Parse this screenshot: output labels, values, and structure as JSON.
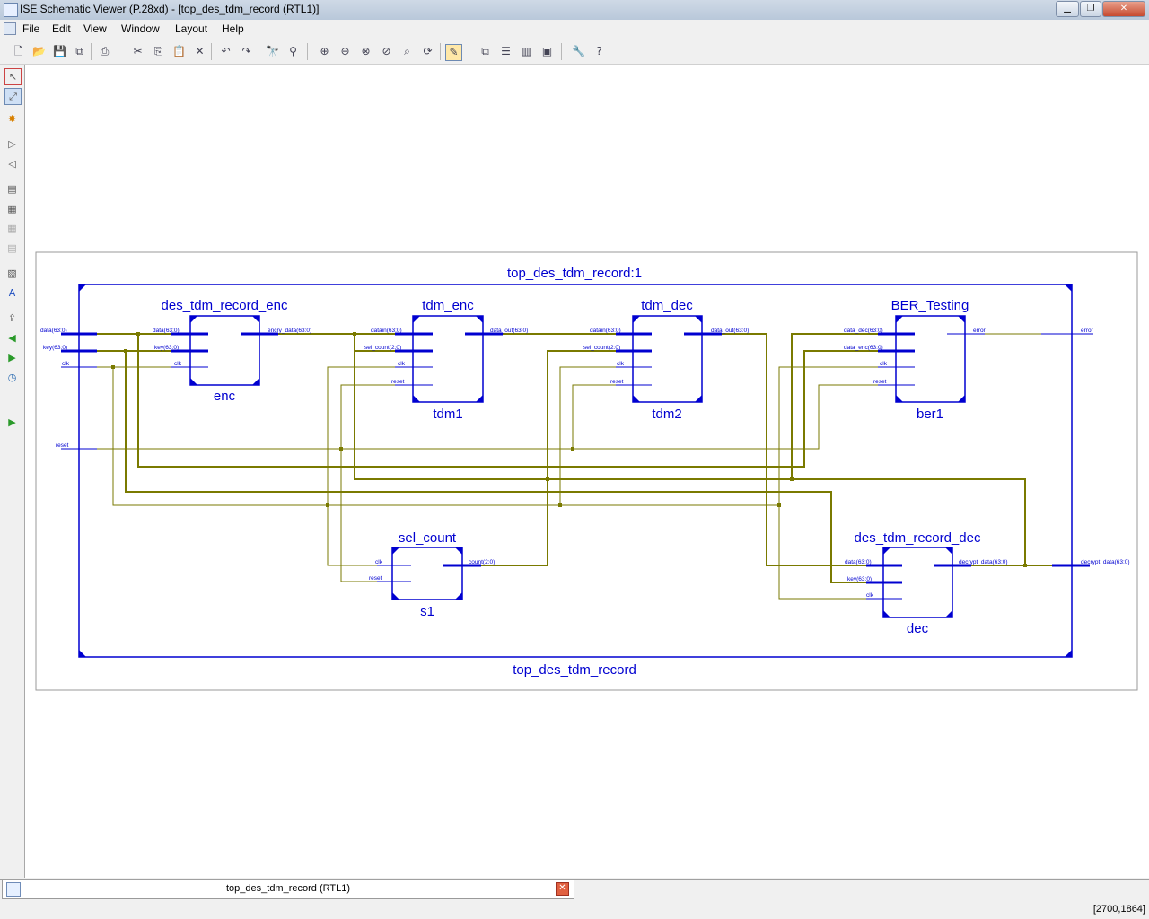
{
  "window": {
    "title": "ISE Schematic Viewer (P.28xd) - [top_des_tdm_record (RTL1)]"
  },
  "menu": [
    "File",
    "Edit",
    "View",
    "Window",
    "Layout",
    "Help"
  ],
  "schematic": {
    "top_instance": "top_des_tdm_record:1",
    "top_name": "top_des_tdm_record",
    "top_ports": {
      "data": "data(63:0)",
      "key": "key(63:0)",
      "clk": "clk",
      "reset": "reset",
      "error": "error",
      "decrypt": "decrypt_data(63:0)"
    },
    "enc": {
      "type": "des_tdm_record_enc",
      "inst": "enc",
      "pins": [
        "data(63:0)",
        "key(63:0)",
        "clk"
      ],
      "out": "encry_data(63:0)"
    },
    "tdm1": {
      "type": "tdm_enc",
      "inst": "tdm1",
      "pins": [
        "datain(63:0)",
        "sel_count(2:0)",
        "clk",
        "reset"
      ],
      "out": "data_out(63:0)"
    },
    "tdm2": {
      "type": "tdm_dec",
      "inst": "tdm2",
      "pins": [
        "datain(63:0)",
        "sel_count(2:0)",
        "clk",
        "reset"
      ],
      "out": "data_out(63:0)"
    },
    "ber1": {
      "type": "BER_Testing",
      "inst": "ber1",
      "pins": [
        "data_dec(63:0)",
        "data_enc(63:0)",
        "clk",
        "reset"
      ],
      "out": "error"
    },
    "s1": {
      "type": "sel_count",
      "inst": "s1",
      "pins": [
        "clk",
        "reset"
      ],
      "out": "count(2:0)"
    },
    "dec": {
      "type": "des_tdm_record_dec",
      "inst": "dec",
      "pins": [
        "data(63:0)",
        "key(63:0)",
        "clk"
      ],
      "out": "decrypt_data(63:0)"
    }
  },
  "tabs": [
    {
      "label": "top_des_tdm_record (RTL1)"
    }
  ],
  "status": {
    "coords": "[2700,1864]"
  },
  "colors": {
    "frame": "#0000d0",
    "wire": "#7a7a00",
    "canvas": "#ffffff"
  }
}
